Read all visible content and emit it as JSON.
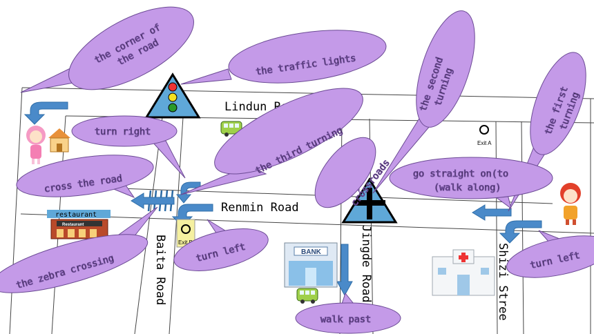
{
  "roads": {
    "lindun": "Lindun Road",
    "renmin": "Renmin Road",
    "baita": "Baita Road",
    "jingde": "Jingde Road",
    "shizi": "Shizi Stree"
  },
  "bubbles": {
    "corner": [
      "the corner of",
      "the road"
    ],
    "traffic_lights": "the traffic lights",
    "second_turning": [
      "the second",
      "turning"
    ],
    "first_turning": [
      "the first",
      "turning"
    ],
    "turn_right": "turn right",
    "third_turning": "the third turning",
    "cross_road": "cross the road",
    "crossroads": "crossroads",
    "go_straight": [
      "go straight on(to",
      "(walk along)"
    ],
    "zebra": "the zebra crossing",
    "turn_left_1": "turn left",
    "turn_left_2": "turn left",
    "walk_past": "walk past"
  },
  "signs": {
    "exit_a": "Exit A",
    "exit_b": "Exit B",
    "restaurant": "restaurant",
    "restaurant_board": "Restaurant",
    "bank": "BANK"
  },
  "colors": {
    "bubble_fill": "#c49ae8",
    "bubble_stroke": "#6b4a94",
    "arrow_blue": "#4a8ac9",
    "sign_blue": "#5fa8d8"
  },
  "icons": [
    "traffic-light-icon",
    "crossroads-sign-icon",
    "bus-icon",
    "subway-exit-icon",
    "girl-icon",
    "house-icon",
    "restaurant-icon",
    "bank-icon",
    "hospital-icon"
  ]
}
